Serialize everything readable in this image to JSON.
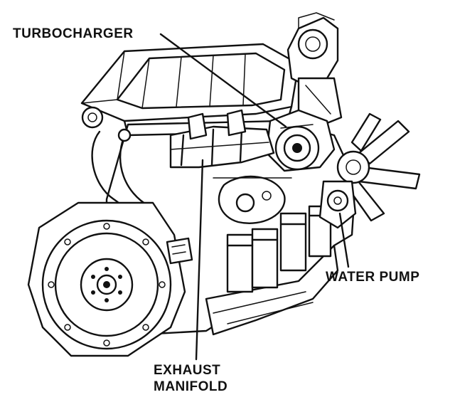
{
  "labels": {
    "turbocharger": "TURBOCHARGER",
    "water_pump": "WATER PUMP",
    "exhaust_line1": "EXHAUST",
    "exhaust_line2": "MANIFOLD"
  },
  "colors": {
    "ink": "#111111",
    "background": "#ffffff"
  }
}
